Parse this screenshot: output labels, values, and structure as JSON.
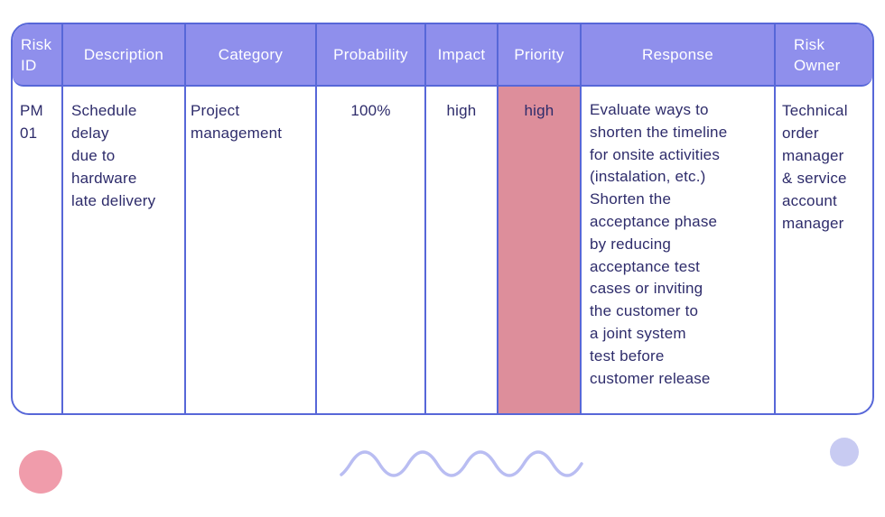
{
  "colors": {
    "header_bg": "#8f8fec",
    "header_text": "#ffffff",
    "line": "#5767d8",
    "text_dark": "#2e2c6b",
    "priority_bg": "#dd8e9b",
    "circle_pink": "#f09cab",
    "circle_lavender": "#c8cbf2",
    "wave": "#b9bdf2"
  },
  "table": {
    "headers": {
      "risk_id": "Risk\nID",
      "description": "Description",
      "category": "Category",
      "probability": "Probability",
      "impact": "Impact",
      "priority": "Priority",
      "response": "Response",
      "risk_owner": "Risk\nOwner"
    },
    "row": {
      "risk_id": "PM\n01",
      "description": "Schedule\ndelay\ndue to\nhardware\nlate delivery",
      "category": "Project\nmanagement",
      "probability": "100%",
      "impact": "high",
      "priority": "high",
      "response": "Evaluate ways to\nshorten the timeline\nfor onsite activities\n(instalation, etc.)\nShorten the\nacceptance phase\nby reducing\nacceptance test\ncases or inviting\nthe customer to\na joint system\ntest before\ncustomer release",
      "risk_owner": "Technical\norder\nmanager\n& service\naccount\nmanager"
    }
  },
  "chart_data": {
    "type": "table",
    "title": "Risk register",
    "columns": [
      "Risk ID",
      "Description",
      "Category",
      "Probability",
      "Impact",
      "Priority",
      "Response",
      "Risk Owner"
    ],
    "rows": [
      [
        "PM 01",
        "Schedule delay due to hardware late delivery",
        "Project management",
        "100%",
        "high",
        "high",
        "Evaluate ways to shorten the timeline for onsite activities (instalation, etc.) Shorten the acceptance phase by reducing acceptance test cases or inviting the customer to a joint system test before customer release",
        "Technical order manager & service account manager"
      ]
    ]
  }
}
